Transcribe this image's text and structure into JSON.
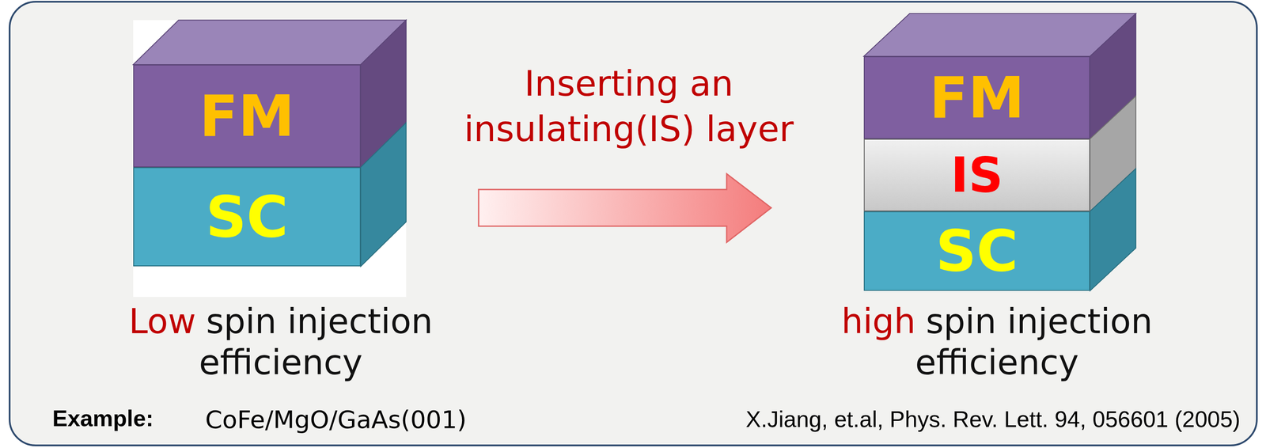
{
  "diagram": {
    "nodes": [
      {
        "text": [
          "FM"
        ]
      },
      {
        "text": [
          "SC"
        ]
      },
      {
        "text": [
          "FM"
        ]
      },
      {
        "text": [
          "IS"
        ]
      },
      {
        "text": [
          "SC"
        ]
      }
    ],
    "labels": [
      "Inserting an insulating(IS) layer",
      "Low",
      "spin injection efficiency",
      "high",
      "spin injection efficiency",
      "Example:",
      "CoFe/MgO/GaAs(001)",
      "X.Jiang, et.al, Phys. Rev. Lett. 94, 056601 (2005)"
    ]
  }
}
